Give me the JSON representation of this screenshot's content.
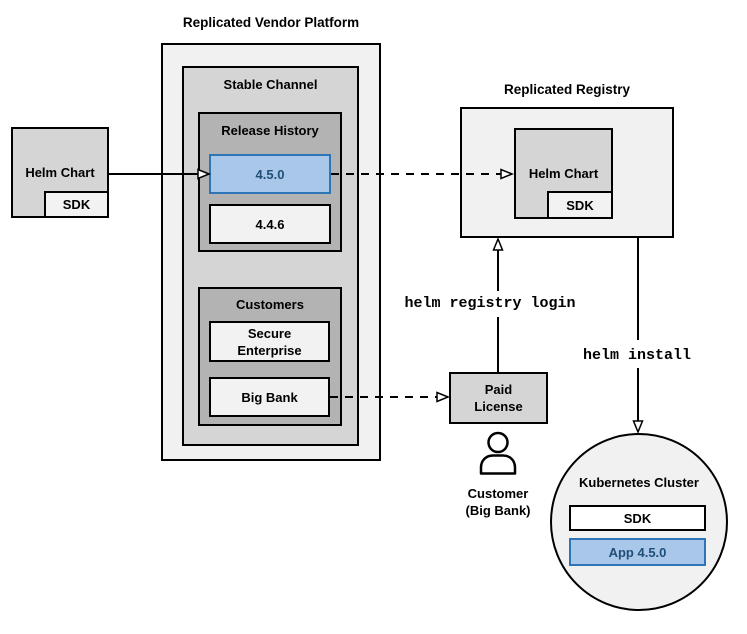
{
  "accent_colors": {
    "highlight_fill": "#a9c7e8",
    "highlight_border": "#2e75b6",
    "highlight_text": "#1f4e79"
  },
  "source_chart": {
    "label": "Helm Chart",
    "sdk": "SDK"
  },
  "platform": {
    "title": "Replicated Vendor Platform",
    "stable_channel": "Stable Channel",
    "release_history": {
      "title": "Release History",
      "versions": [
        {
          "label": "4.5.0",
          "highlighted": true
        },
        {
          "label": "4.4.6",
          "highlighted": false
        }
      ]
    },
    "customers": {
      "title": "Customers",
      "items": [
        {
          "label": "Secure Enterprise"
        },
        {
          "label": "Big Bank"
        }
      ]
    }
  },
  "registry": {
    "title": "Replicated Registry",
    "helm_chart": {
      "label": "Helm Chart",
      "sdk": "SDK"
    }
  },
  "license": {
    "label": "Paid License"
  },
  "customer": {
    "name": "Customer",
    "org": "(Big Bank)"
  },
  "commands": {
    "login": "helm registry login",
    "install": "helm install"
  },
  "cluster": {
    "title": "Kubernetes Cluster",
    "sdk": "SDK",
    "app": "App 4.5.0"
  }
}
